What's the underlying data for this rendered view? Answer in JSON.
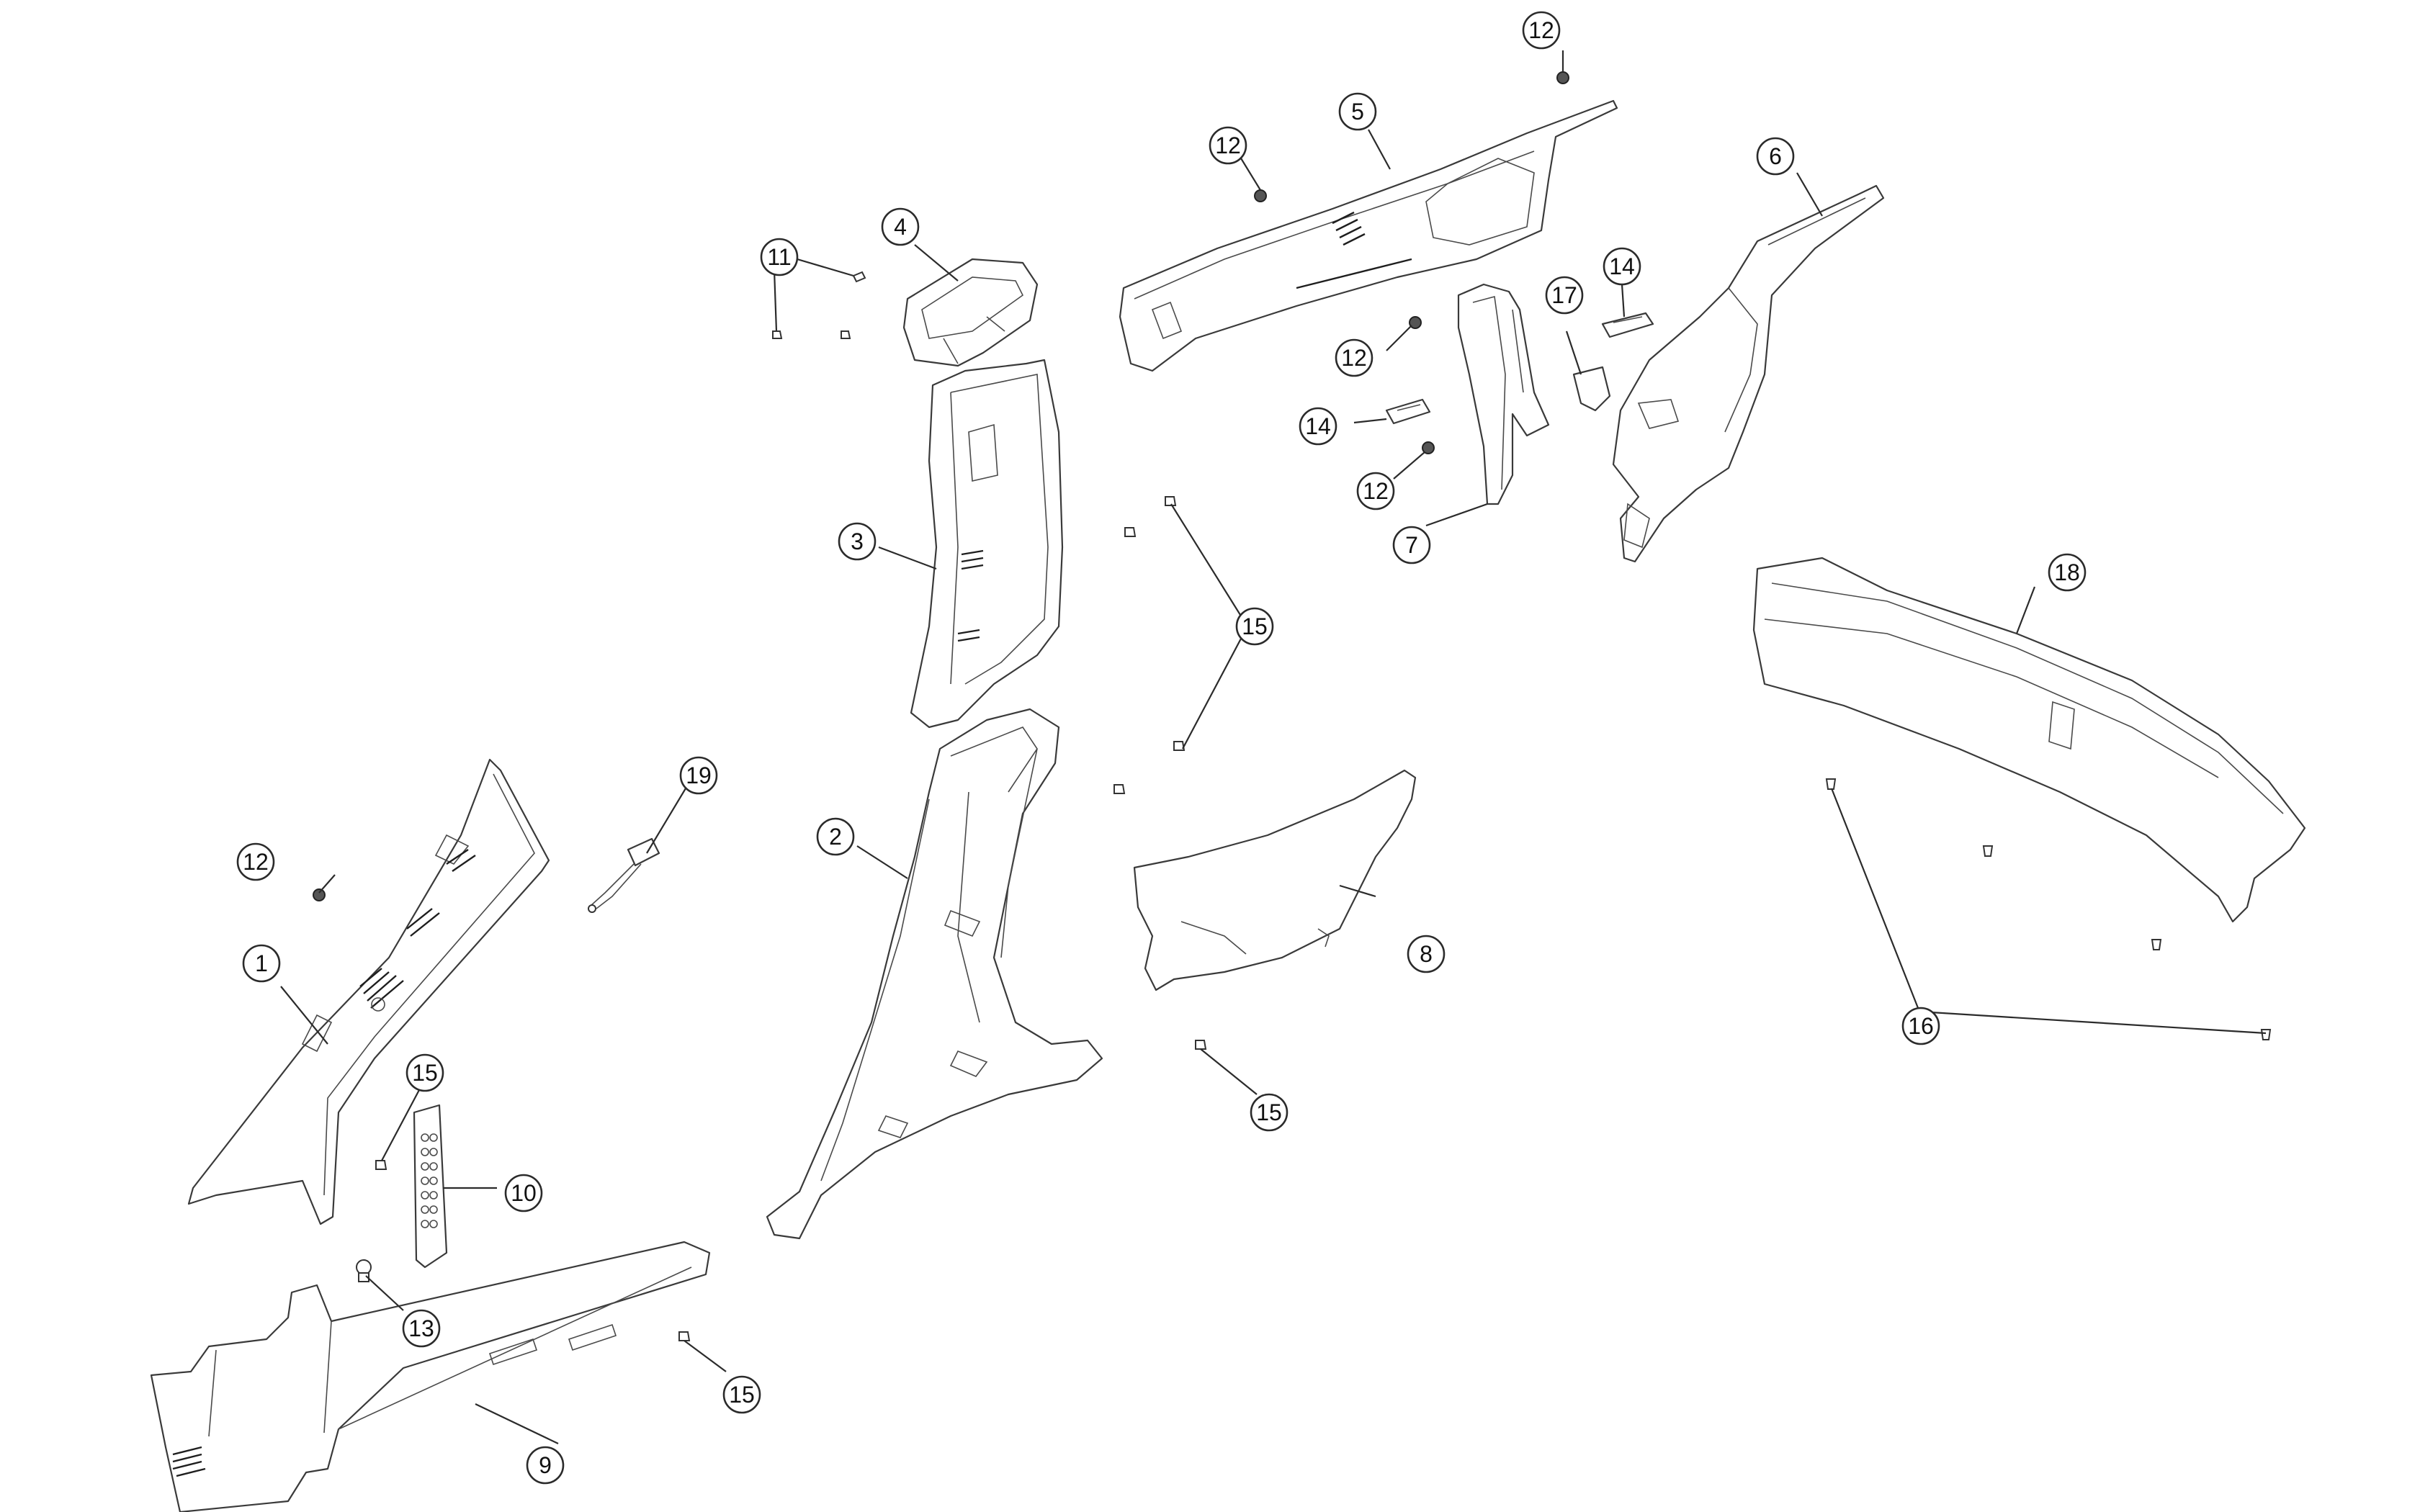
{
  "callouts": {
    "c1": "1",
    "c2": "2",
    "c3": "3",
    "c4": "4",
    "c5": "5",
    "c6": "6",
    "c7": "7",
    "c8": "8",
    "c9": "9",
    "c10": "10",
    "c11": "11",
    "c12a": "12",
    "c12b": "12",
    "c12c": "12",
    "c12d": "12",
    "c12e": "12",
    "c13": "13",
    "c14a": "14",
    "c14b": "14",
    "c15a": "15",
    "c15b": "15",
    "c15c": "15",
    "c15d": "15",
    "c16": "16",
    "c17": "17",
    "c18": "18",
    "c19": "19"
  }
}
